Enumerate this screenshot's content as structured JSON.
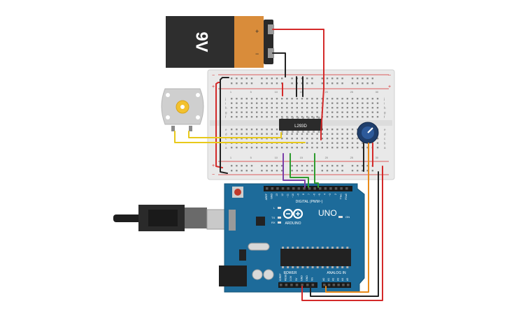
{
  "battery": {
    "label": "9V",
    "plus": "+",
    "minus": "−"
  },
  "ic": {
    "label": "L293D"
  },
  "arduino": {
    "brand": "ARDUINO",
    "model": "UNO",
    "digital_label": "DIGITAL (PWM~)",
    "power_label": "POWER",
    "analog_label": "ANALOG IN",
    "on_label": "ON",
    "tx_label": "TX",
    "rx_label": "RX",
    "l_label": "L",
    "digital_pins": [
      "AREF",
      "GND",
      "13",
      "12",
      "~11",
      "~10",
      "~9",
      "8",
      "7",
      "~6",
      "~5",
      "4",
      "~3",
      "2",
      "TX▸1",
      "RX◂0"
    ],
    "power_pins": [
      "IOREF",
      "RESET",
      "3.3V",
      "5V",
      "GND",
      "GND",
      "Vin"
    ],
    "analog_pins": [
      "A0",
      "A1",
      "A2",
      "A3",
      "A4",
      "A5"
    ]
  },
  "breadboard": {
    "rail_plus": "+",
    "rail_minus": "−",
    "row_letters_top": [
      "j",
      "i",
      "h",
      "g",
      "f"
    ],
    "row_letters_bottom": [
      "e",
      "d",
      "c",
      "b",
      "a"
    ],
    "column_numbers": [
      "1",
      "5",
      "10",
      "15",
      "20",
      "25",
      "30"
    ]
  },
  "colors": {
    "wire_red": "#d42a2a",
    "wire_black": "#222222",
    "wire_yellow": "#e8c91a",
    "wire_green": "#2e9b2e",
    "wire_purple": "#7a3fa8",
    "wire_orange": "#e88a1a",
    "board_blue": "#1d6b9a",
    "battery_orange": "#d98c3a"
  }
}
